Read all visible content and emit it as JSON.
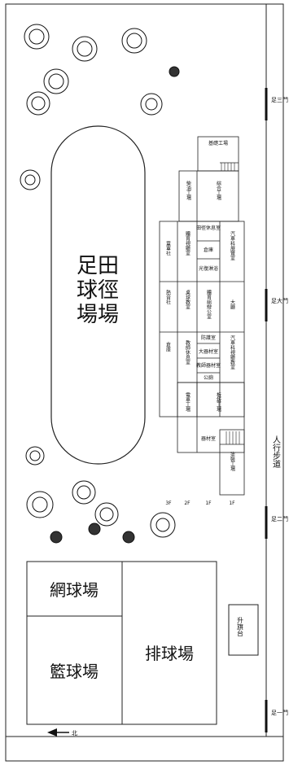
{
  "map": {
    "field_name_line1": "足田",
    "field_name_line2": "球徑",
    "field_name_line3": "場場",
    "courts": {
      "tennis": "網球場",
      "basketball": "籃球場",
      "volleyball": "排球場"
    },
    "flag_platform": "升旗台",
    "sidewalk": "人行步道",
    "gates": {
      "gate3": "足三門",
      "gate_main": "足大門",
      "gate2": "足二門",
      "gate1": "足一門"
    },
    "north_label": "北",
    "floors": [
      "3F",
      "2F",
      "1F",
      "1F"
    ],
    "rooms": {
      "foundation_workshop": "基礎工場",
      "diesel_workshop": "柴油工場",
      "general_workshop": "綜合工場",
      "sports_room": "體育視聽室",
      "rest_room": "田徑休息室",
      "storage1": "倉庫",
      "shower": "光復淋浴",
      "auto_exhibit": "汽車科展覽室",
      "club": "童軍社",
      "hot_club": "熱音社",
      "tabletennis": "桌球教室",
      "pe_office": "體育組辦公室",
      "hall": "大廳",
      "storage2": "倉庫",
      "teacher_rest": "教師休息室",
      "audiovisual": "汽車科視聽教室",
      "defense": "防護室",
      "materials": "大器材室",
      "teacher_materials": "教師器材室",
      "toilet": "公廁",
      "elec_workshop": "電車工場",
      "body_workshop": "板鈑工場",
      "tool_room": "器材室",
      "paint_workshop": "塗裝工場"
    }
  }
}
